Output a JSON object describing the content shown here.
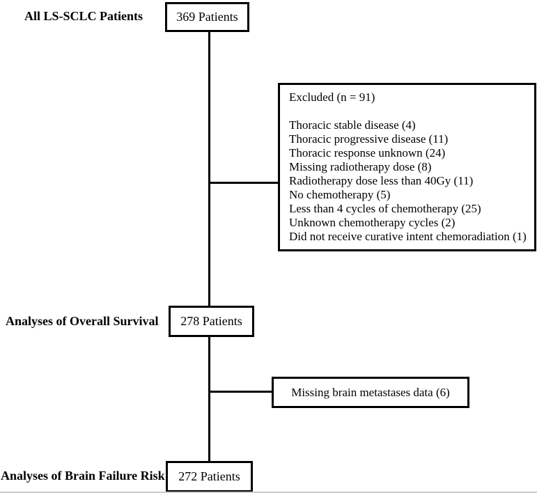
{
  "figure": {
    "steps": [
      {
        "label": "All LS-SCLC Patients",
        "count": "369 Patients"
      },
      {
        "label": "Analyses of Overall Survival",
        "count": "278 Patients"
      },
      {
        "label": "Analyses of Brain Failure Risk",
        "count": "272 Patients"
      }
    ],
    "excluded": {
      "title": "Excluded (n = 91)",
      "items": [
        "Thoracic stable disease (4)",
        "Thoracic progressive disease (11)",
        "Thoracic response unknown (24)",
        "Missing radiotherapy dose (8)",
        "Radiotherapy dose less than 40Gy (11)",
        "No chemotherapy (5)",
        "Less than 4 cycles of chemotherapy (25)",
        "Unknown chemotherapy cycles (2)",
        "Did not receive curative intent chemoradiation (1)"
      ]
    },
    "missing_brain_box": "Missing brain metastases data (6)"
  },
  "colors": {
    "line": "#000000",
    "text": "#000000",
    "background": "#ffffff"
  }
}
